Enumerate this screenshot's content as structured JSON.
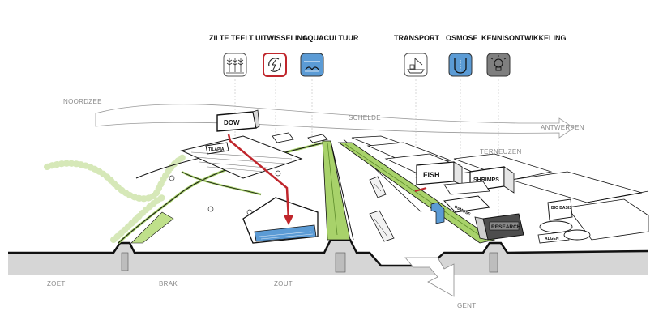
{
  "top_labels": {
    "zilte_teelt": "ZILTE TEELT",
    "uitwisseling": "UITWISSELING",
    "aquacultuur": "AQUACULTUUR",
    "transport": "TRANSPORT",
    "osmose": "OSMOSE",
    "kennisontwikkeling": "KENNISONTWIKKELING"
  },
  "icons": [
    {
      "name": "wheat-crop-icon",
      "color": "#ffffff",
      "border": "#555555"
    },
    {
      "name": "exchange-arrows-icon",
      "color": "#ffffff",
      "border": "#c0262c"
    },
    {
      "name": "water-fish-icon",
      "color": "#5b9bd5",
      "border": "#333333"
    },
    {
      "name": "crane-ship-icon",
      "color": "#ffffff",
      "border": "#555555"
    },
    {
      "name": "u-tube-osmosis-icon",
      "color": "#5b9bd5",
      "border": "#333333"
    },
    {
      "name": "lightbulb-icon",
      "color": "#7f7f7f",
      "border": "#333333"
    }
  ],
  "geo_labels": {
    "noordzee": "NOORDZEE",
    "schelde": "SCHELDE",
    "antwerpen": "ANTWERPEN",
    "terneuzen": "TERNEUZEN",
    "zoet": "ZOET",
    "brak": "BRAK",
    "zout": "ZOUT",
    "gent": "GENT"
  },
  "buildings": {
    "dow": "DOW",
    "tilapia": "TILAPIA",
    "fish": "FISH",
    "shrimps": "SHRIMPS",
    "osmose": "OSMOSE",
    "research": "RESEARCH",
    "algen": "ALGEN",
    "bio_basis": "BIO BASIS"
  },
  "colors": {
    "green": "#a8d26a",
    "green_dark": "#5e8c2c",
    "red": "#c0262c",
    "blue": "#5b9bd5",
    "ground": "#d9d9d9",
    "outline": "#111111"
  }
}
